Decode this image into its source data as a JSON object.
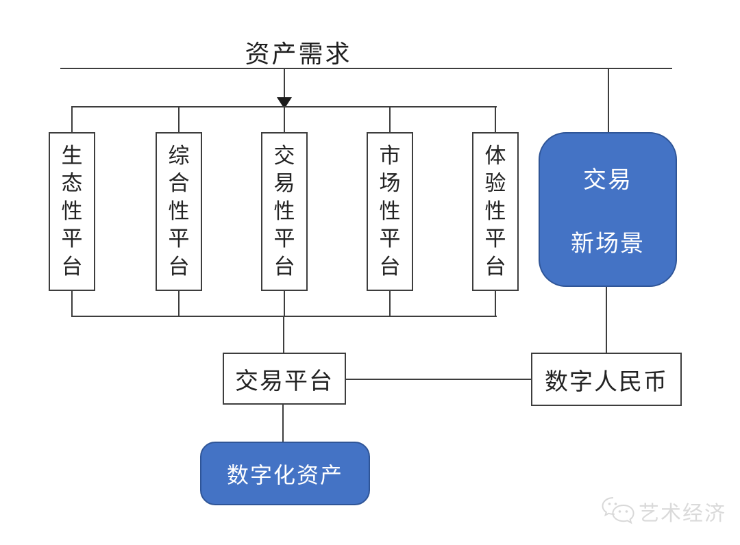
{
  "diagram": {
    "title": "资产需求",
    "platforms": [
      {
        "label": "生态性平台"
      },
      {
        "label": "综合性平台"
      },
      {
        "label": "交易性平台"
      },
      {
        "label": "市场性平台"
      },
      {
        "label": "体验性平台"
      }
    ],
    "trading_new_scenario": {
      "line1": "交易",
      "line2": "新场景"
    },
    "trading_platform": {
      "label": "交易平台"
    },
    "digital_rmb": {
      "label": "数字人民币"
    },
    "digital_assets": {
      "label": "数字化资产"
    }
  },
  "watermark": {
    "label": "艺术经济",
    "icon": "wechat-icon"
  },
  "colors": {
    "node_blue": "#4473c5",
    "node_blue_border": "#2f5597",
    "line": "#3d3d3d"
  }
}
